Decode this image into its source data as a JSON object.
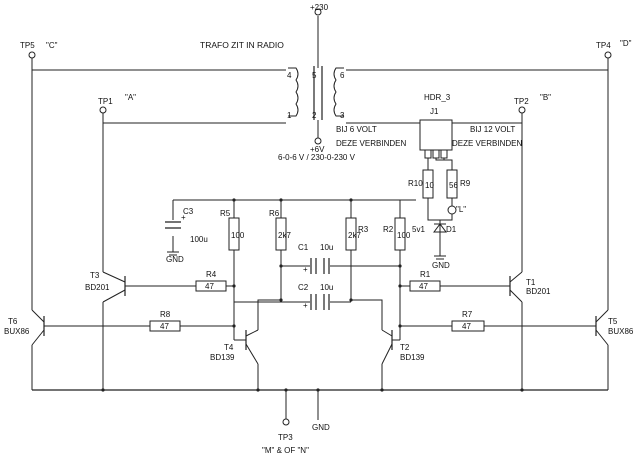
{
  "header": {
    "supply": "+230",
    "transformer_note": "TRAFO ZIT IN RADIO",
    "plus6v": "+6V",
    "transformer_rating": "6-0-6 V / 230-0-230 V",
    "note_6v_line1": "BIJ 6 VOLT",
    "note_6v_line2": "DEZE VERBINDEN",
    "note_12v_line1": "BIJ 12 VOLT",
    "note_12v_line2": "DEZE VERBINDEN",
    "hdr": "HDR_3",
    "jumper": "J1"
  },
  "test_points": {
    "tp5": "TP5",
    "tp5_tag": "\"C\"",
    "tp4": "TP4",
    "tp4_tag": "\"D\"",
    "tp1": "TP1",
    "tp1_tag": "\"A\"",
    "tp2": "TP2",
    "tp2_tag": "\"B\"",
    "tp3": "TP3",
    "tp3_tag": "\"M\" & OF \"N\""
  },
  "components": {
    "t1": "T1",
    "t1_type": "BD201",
    "t2": "T2",
    "t2_type": "BD139",
    "t3": "T3",
    "t3_type": "BD201",
    "t4": "T4",
    "t4_type": "BD139",
    "t5": "T5",
    "t5_type": "BUX86",
    "t6": "T6",
    "t6_type": "BUX86",
    "r1": "R1",
    "r1_value": "47",
    "r2": "R2",
    "r2_value": "100",
    "r3": "R3",
    "r3_value": "2k7",
    "r4": "R4",
    "r4_value": "47",
    "r5": "R5",
    "r5_value": "100",
    "r6": "R6",
    "r6_value": "2k7",
    "r7": "R7",
    "r7_value": "47",
    "r8": "R8",
    "r8_value": "47",
    "r9": "R9",
    "r9_value": "56",
    "r10": "R10",
    "r10_value": "10",
    "c1": "C1",
    "c1_value": "10u",
    "c2": "C2",
    "c2_value": "10u",
    "c3": "C3",
    "c3_value": "100u",
    "d1": "D1",
    "d1_value": "5v1",
    "led_tag": "\"L\"",
    "gnd": "GND"
  },
  "transformer_pins": {
    "p4": "4",
    "p5": "5",
    "p6": "6",
    "p1": "1",
    "p2": "2",
    "p3": "3"
  }
}
